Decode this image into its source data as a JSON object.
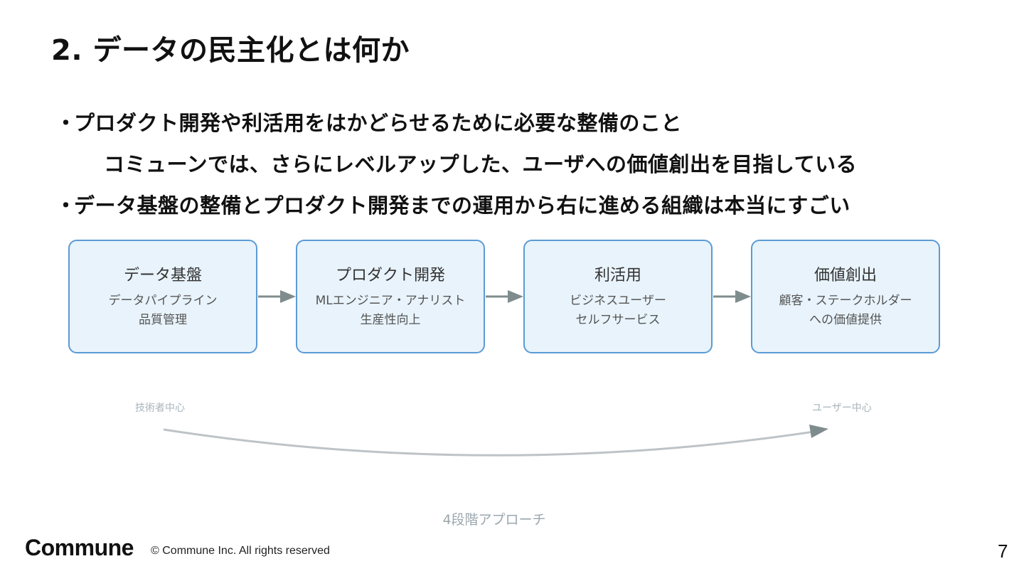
{
  "slide": {
    "title": "2. データの民主化とは何か",
    "bullet_marker": "・",
    "bullets": [
      "プロダクト開発や利活用をはかどらせるために必要な整備のこと",
      "コミューンでは、さらにレベルアップした、ユーザへの価値創出を目指している",
      "データ基盤の整備とプロダクト開発までの運用から右に進める組織は本当にすごい"
    ]
  },
  "diagram": {
    "boxes": [
      {
        "title": "データ基盤",
        "line1": "データパイプライン",
        "line2": "品質管理"
      },
      {
        "title": "プロダクト開発",
        "line1": "MLエンジニア・アナリスト",
        "line2": "生産性向上"
      },
      {
        "title": "利活用",
        "line1": "ビジネスユーザー",
        "line2": "セルフサービス"
      },
      {
        "title": "価値創出",
        "line1": "顧客・ステークホルダー",
        "line2": "への価値提供"
      }
    ],
    "left_label": "技術者中心",
    "right_label": "ユーザー中心",
    "caption": "4段階アプローチ",
    "box_fill": "#e8f3fb",
    "box_border": "#5b9bd5",
    "arrow_color": "#7f8c8d",
    "curve_color": "#bdc3c7"
  },
  "footer": {
    "logo": "Commune",
    "copyright": "© Commune Inc. All rights reserved",
    "page_number": "7"
  }
}
